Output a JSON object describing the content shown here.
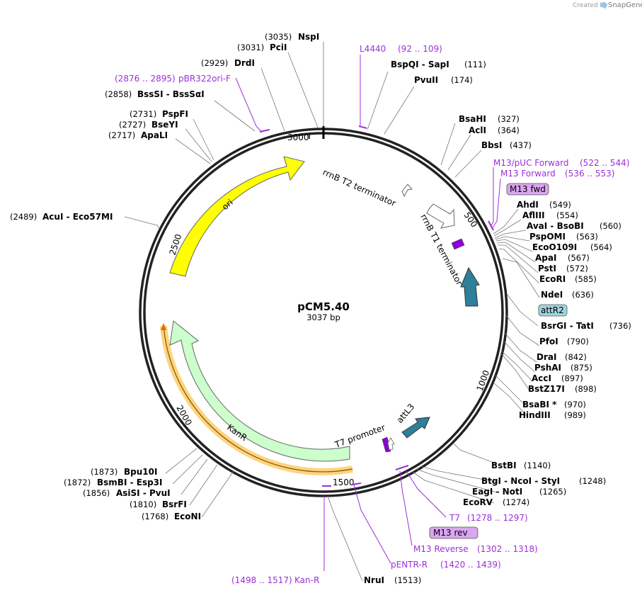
{
  "credit": {
    "prefix": "Created by",
    "brand": "SnapGene"
  },
  "plasmid": {
    "name": "pCM5.40",
    "length": "3037 bp"
  },
  "ticks": [
    "3000",
    "500",
    "1000",
    "1500",
    "2000",
    "2500"
  ],
  "features": {
    "ori": "ori",
    "kanr": "KanR",
    "rrnb_t2": "rrnB T2 terminator",
    "rrnb_t1": "rrnB T1 terminator",
    "t7_promoter": "T7 promoter",
    "attl3": "attL3"
  },
  "enzymes": [
    {
      "pos": "(3035)",
      "name": "NspI"
    },
    {
      "pos": "(3031)",
      "name": "PciI"
    },
    {
      "pos": "(2929)",
      "name": "DrdI"
    },
    {
      "pos": "(2858)",
      "name": "BssSI  -  BssSαI"
    },
    {
      "pos": "(2731)",
      "name": "PspFI"
    },
    {
      "pos": "(2727)",
      "name": "BseYI"
    },
    {
      "pos": "(2717)",
      "name": "ApaLI"
    },
    {
      "pos": "(2489)",
      "name": "AcuI  -  Eco57MI"
    },
    {
      "name": "BspQI  -  SapI",
      "pos": "(111)"
    },
    {
      "name": "PvuII",
      "pos": "(174)"
    },
    {
      "name": "BsaHI",
      "pos": "(327)"
    },
    {
      "name": "AclI",
      "pos": "(364)"
    },
    {
      "name": "BbsI",
      "pos": "(437)"
    },
    {
      "name": "AhdI",
      "pos": "(549)"
    },
    {
      "name": "AflIII",
      "pos": "(554)"
    },
    {
      "name": "AvaI  -  BsoBI",
      "pos": "(560)"
    },
    {
      "name": "PspOMI",
      "pos": "(563)"
    },
    {
      "name": "EcoO109I",
      "pos": "(564)"
    },
    {
      "name": "ApaI",
      "pos": "(567)"
    },
    {
      "name": "PstI",
      "pos": "(572)"
    },
    {
      "name": "EcoRI",
      "pos": "(585)"
    },
    {
      "name": "NdeI",
      "pos": "(636)"
    },
    {
      "name": "BsrGI  -  TatI",
      "pos": "(736)"
    },
    {
      "name": "PfoI",
      "pos": "(790)"
    },
    {
      "name": "DraI",
      "pos": "(842)"
    },
    {
      "name": "PshAI",
      "pos": "(875)"
    },
    {
      "name": "AccI",
      "pos": "(897)"
    },
    {
      "name": "BstZ17I",
      "pos": "(898)"
    },
    {
      "name": "BsaBI *",
      "pos": "(970)"
    },
    {
      "name": "HindIII",
      "pos": "(989)"
    },
    {
      "name": "BstBI",
      "pos": "(1140)"
    },
    {
      "name": "BtgI  -  NcoI  -  StyI",
      "pos": "(1248)"
    },
    {
      "name": "EagI  -  NotI",
      "pos": "(1265)"
    },
    {
      "name": "EcoRV",
      "pos": "(1274)"
    },
    {
      "name": "NruI",
      "pos": "(1513)"
    },
    {
      "pos": "(1873)",
      "name": "Bpu10I"
    },
    {
      "pos": "(1872)",
      "name": "BsmBI  -  Esp3I"
    },
    {
      "pos": "(1856)",
      "name": "AsiSI  -  PvuI"
    },
    {
      "pos": "(1810)",
      "name": "BsrFI"
    },
    {
      "pos": "(1768)",
      "name": "EcoNI"
    }
  ],
  "primers": [
    {
      "range": "(2876 .. 2895)",
      "name": "pBR322ori-F"
    },
    {
      "name": "L4440",
      "range": "(92 .. 109)"
    },
    {
      "name": "M13/pUC Forward",
      "range": "(522 .. 544)"
    },
    {
      "name": "M13 Forward",
      "range": "(536 .. 553)"
    },
    {
      "name": "T7",
      "range": "(1278 .. 1297)"
    },
    {
      "name": "M13 Reverse",
      "range": "(1302 .. 1318)"
    },
    {
      "name": "pENTR-R",
      "range": "(1420 .. 1439)"
    },
    {
      "range": "(1498 .. 1517)",
      "name": "Kan-R"
    }
  ],
  "boxes": {
    "m13fwd": "M13 fwd",
    "attr2": "attR2",
    "m13rev": "M13 rev"
  },
  "colors": {
    "ori": "#ffff00",
    "kanr": "#ccffcc",
    "kan_primer_band": "#ffd37f",
    "terminator": "#ffffff",
    "att": "#2e7f99",
    "promoter": "#8b00d6",
    "primer": "#9b30d9",
    "attr2_box": "#9fd5df",
    "primer_box": "#d9a6f0"
  }
}
